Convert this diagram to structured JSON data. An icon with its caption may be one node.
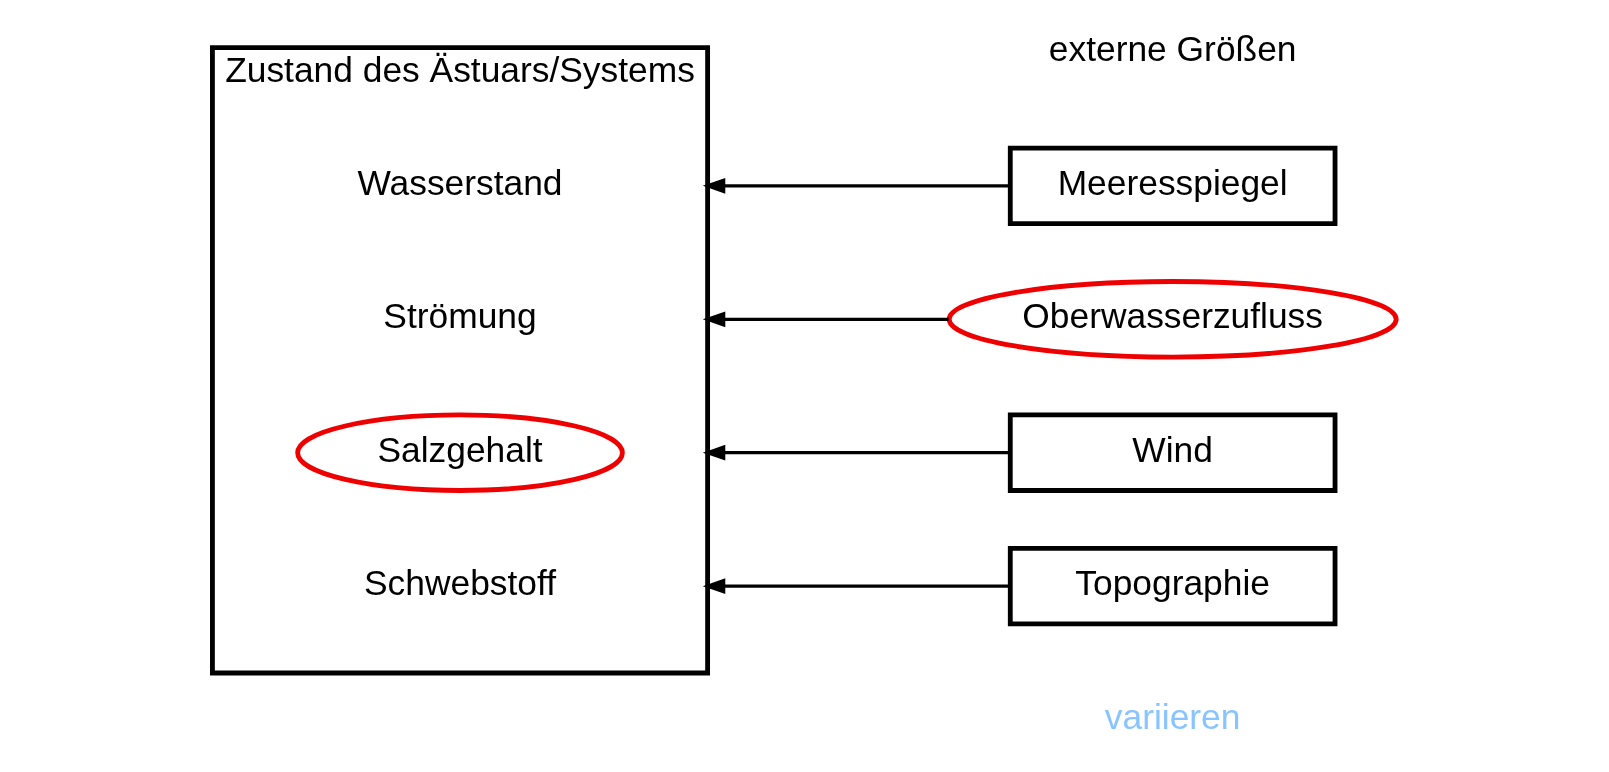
{
  "diagram": {
    "nodes": [
      {
        "text": [
          "Zustand des Ästuars/Systems"
        ]
      },
      {
        "text": [
          "Wasserstand"
        ],
        "in": 0
      },
      {
        "text": [
          "Strömung"
        ],
        "in": 0
      },
      {
        "text": [
          "Salzgehalt"
        ],
        "in": 0
      },
      {
        "text": [
          "Schwebstoff"
        ],
        "in": 0
      },
      {
        "text": [
          "Meeresspiegel"
        ]
      },
      {
        "text": [
          "Oberwasserzufluss"
        ]
      },
      {
        "text": [
          "Wind"
        ]
      },
      {
        "text": [
          "Topographie"
        ]
      }
    ],
    "edges": [
      {
        "from": 5,
        "to": 0,
        "arrow": "to"
      },
      {
        "from": 6,
        "to": 0,
        "arrow": "to"
      },
      {
        "from": 7,
        "to": 0,
        "arrow": "to"
      },
      {
        "from": 8,
        "to": 0,
        "arrow": "to"
      }
    ],
    "labels": [
      "externe Größen",
      "variieren"
    ]
  }
}
